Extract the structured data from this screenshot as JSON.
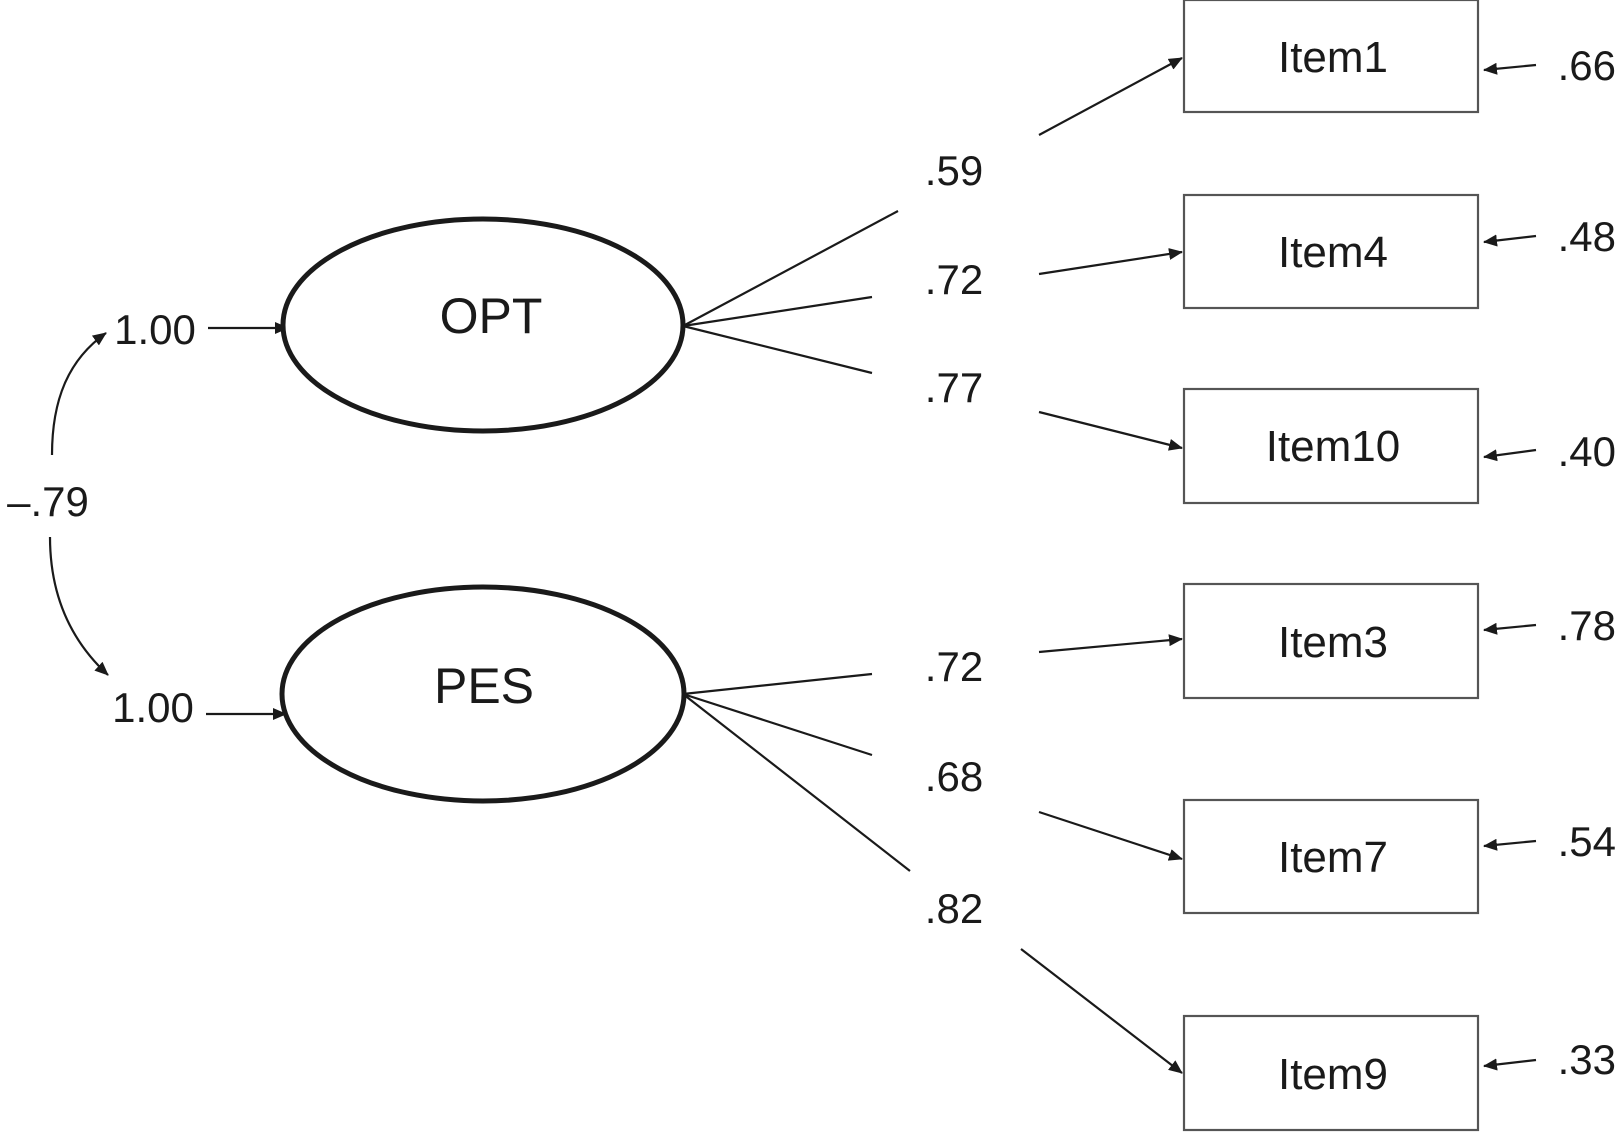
{
  "factors": [
    {
      "id": "opt",
      "name": "OPT",
      "variance": "1.00"
    },
    {
      "id": "pes",
      "name": "PES",
      "variance": "1.00"
    }
  ],
  "correlation": "–.79",
  "items": [
    {
      "id": "item1",
      "name": "Item1",
      "factor": "opt",
      "loading": ".59",
      "error": ".66"
    },
    {
      "id": "item4",
      "name": "Item4",
      "factor": "opt",
      "loading": ".72",
      "error": ".48"
    },
    {
      "id": "item10",
      "name": "Item10",
      "factor": "opt",
      "loading": ".77",
      "error": ".40"
    },
    {
      "id": "item3",
      "name": "Item3",
      "factor": "pes",
      "loading": ".72",
      "error": ".78"
    },
    {
      "id": "item7",
      "name": "Item7",
      "factor": "pes",
      "loading": ".68",
      "error": ".54"
    },
    {
      "id": "item9",
      "name": "Item9",
      "factor": "pes",
      "loading": ".82",
      "error": ".33"
    }
  ]
}
